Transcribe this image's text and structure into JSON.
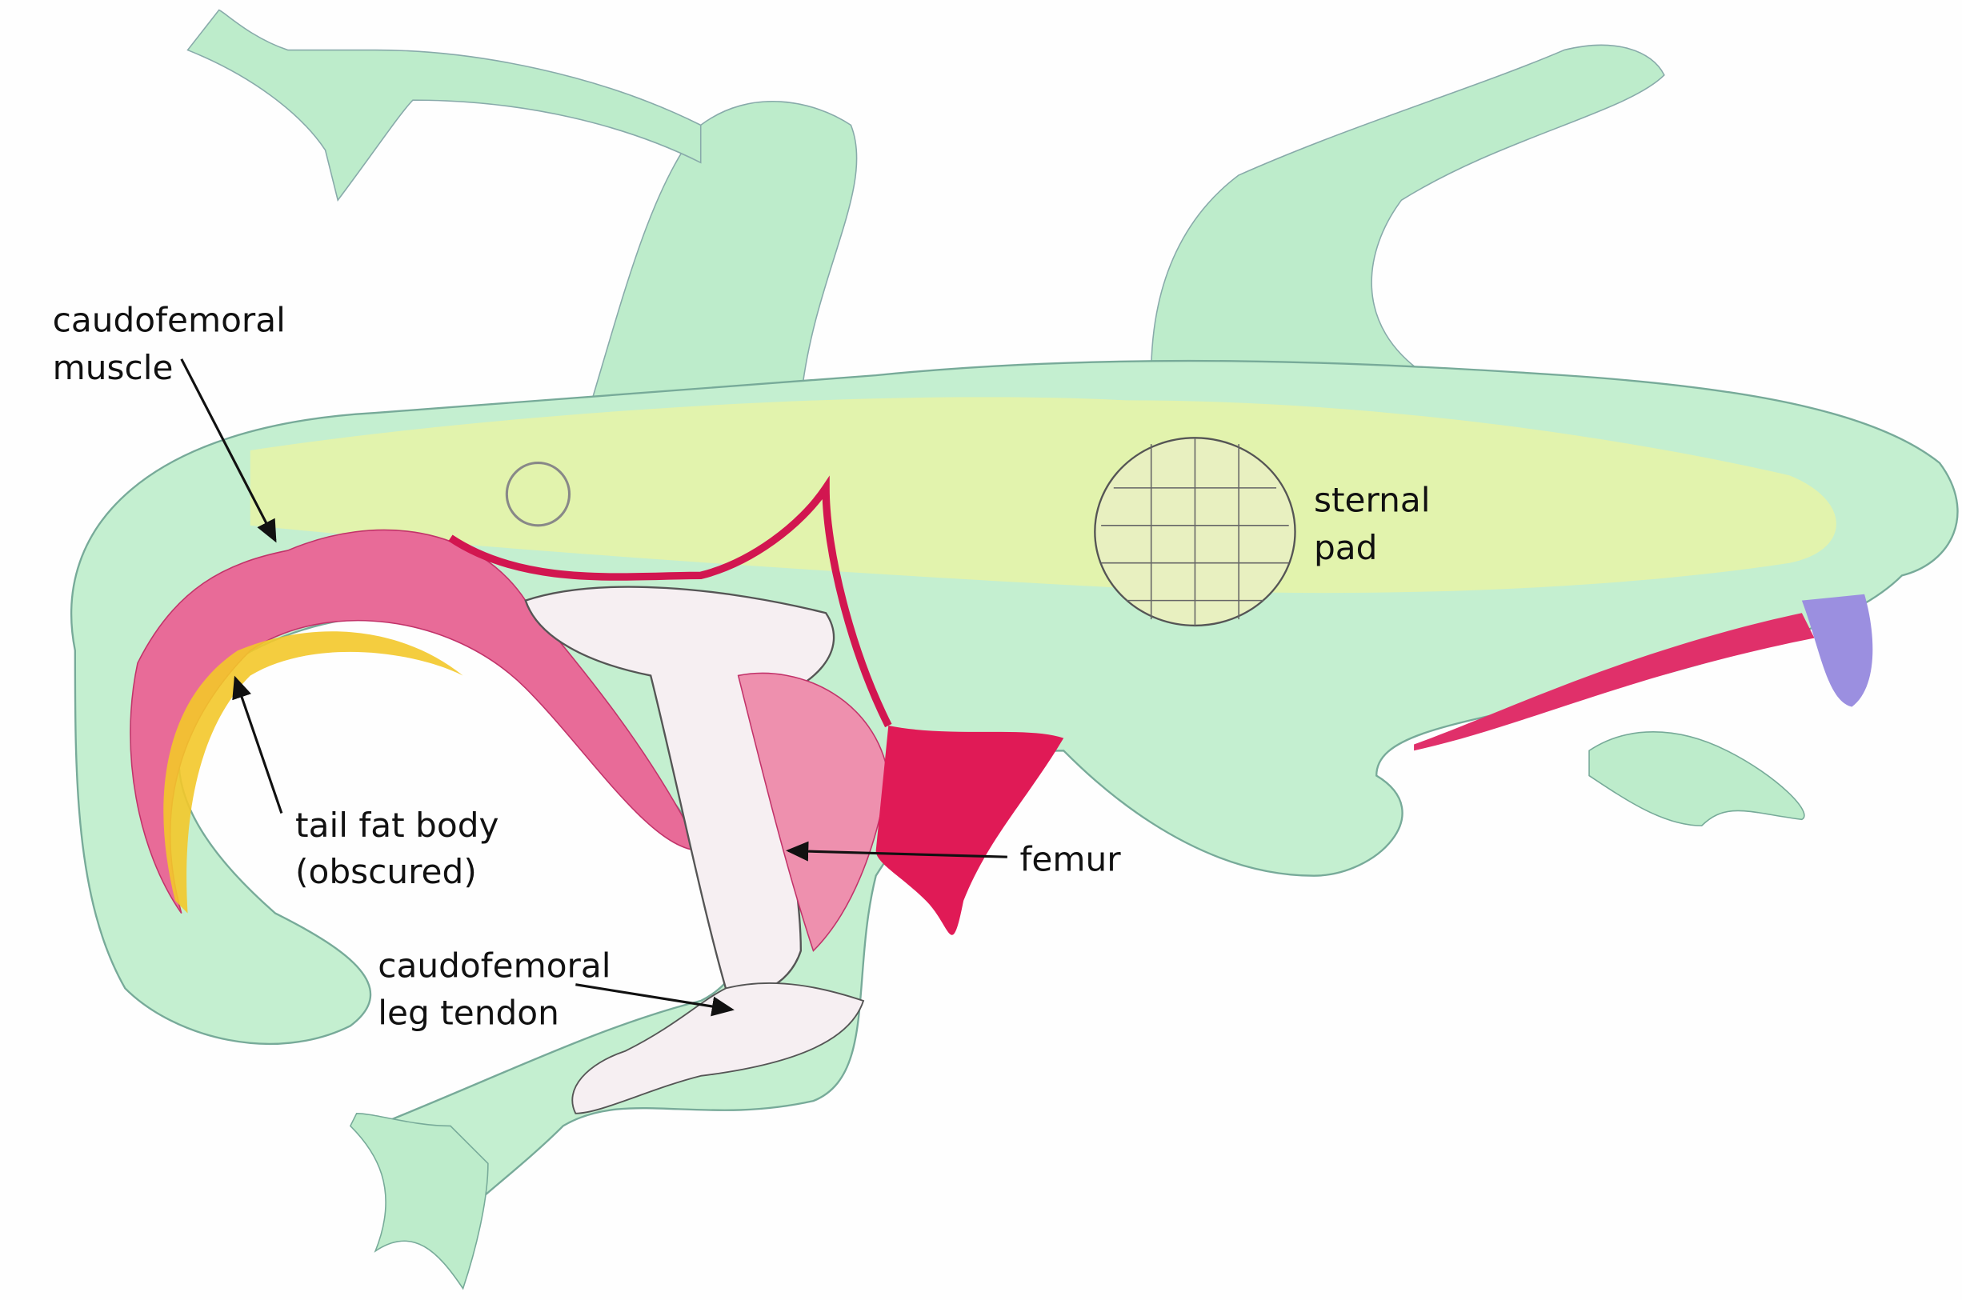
{
  "diagram": {
    "labels": {
      "caudofemoral_muscle": {
        "line1": "caudofemoral",
        "line2": "muscle"
      },
      "sternal_pad": {
        "line1": "sternal",
        "line2": "pad"
      },
      "tail_fat_body": {
        "line1": "tail fat body",
        "line2": "(obscured)"
      },
      "femur": {
        "line1": "femur"
      },
      "caudofemoral_leg_tendon": {
        "line1": "caudofemoral",
        "line2": "leg tendon"
      }
    },
    "colors": {
      "skin": "#b9ecc8",
      "belly": "#e4f2a6",
      "muscle": "#e0457e",
      "blood": "#e0144e",
      "fat": "#f4e040",
      "bone": "#f4eef0",
      "tongue": "#9a8ee0"
    }
  }
}
